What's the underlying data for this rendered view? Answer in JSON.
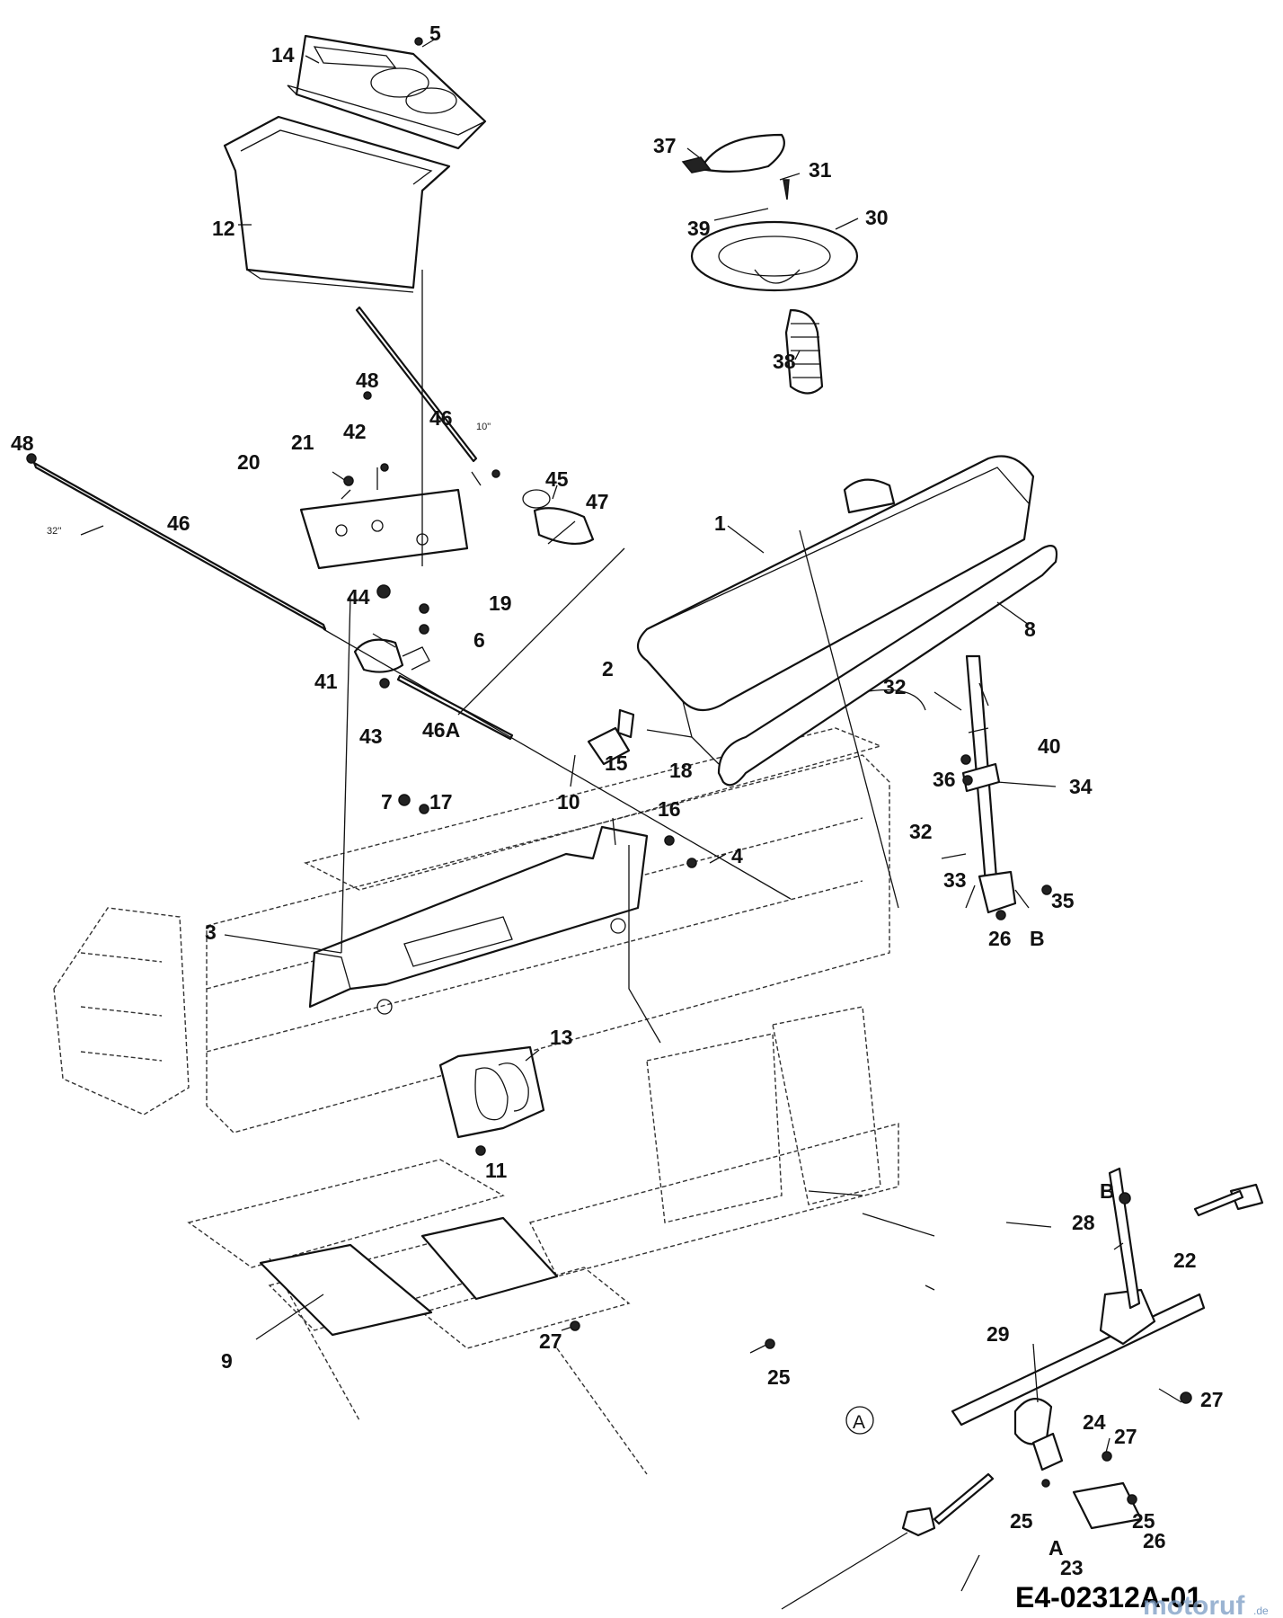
{
  "drawing_number": "E4-02312A-01",
  "watermark": {
    "main": "motoruf",
    "suffix": ".de"
  },
  "notes": {
    "rod_short_length": "10\"",
    "rod_long_length": "32''"
  },
  "colors": {
    "watermark": "#7a9cc4",
    "line": "#111111"
  },
  "callouts": [
    "1",
    "2",
    "3",
    "4",
    "5",
    "6",
    "7",
    "8",
    "9",
    "10",
    "11",
    "12",
    "13",
    "14",
    "15",
    "16",
    "17",
    "18",
    "19",
    "20",
    "21",
    "22",
    "23",
    "24",
    "25",
    "25",
    "25",
    "26",
    "26",
    "27",
    "27",
    "27",
    "28",
    "29",
    "30",
    "31",
    "32",
    "32",
    "33",
    "34",
    "35",
    "36",
    "37",
    "38",
    "39",
    "40",
    "41",
    "42",
    "43",
    "44",
    "45",
    "46",
    "46",
    "46A",
    "47",
    "48",
    "48"
  ],
  "connection_marks": [
    "A",
    "A",
    "B",
    "B"
  ]
}
